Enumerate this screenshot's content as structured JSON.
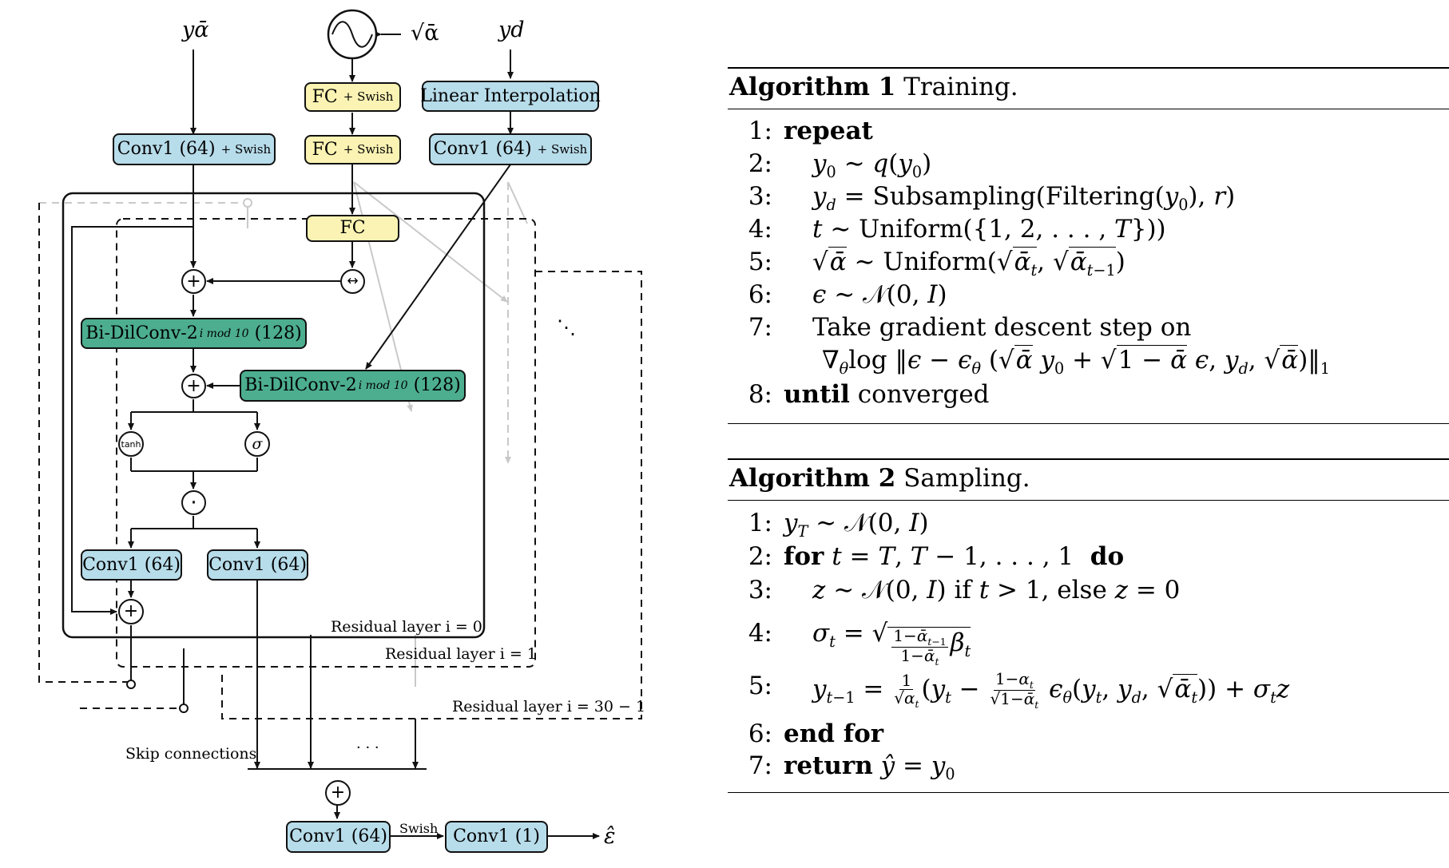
{
  "diagram": {
    "inputs": {
      "noise_level": "yᾱ",
      "sqrt_alpha": "√ᾱ",
      "conditioning": "yd",
      "output": "ε̂"
    },
    "blocks": {
      "conv_in_left": "Conv1 (64)",
      "conv_in_right": "Conv1 (64)",
      "swish_suffix": "+ Swish",
      "fc1": "FC",
      "fc2": "FC",
      "fc3": "FC",
      "linear_interp": "Linear Interpolation",
      "bidil1": "Bi-DilConv-2",
      "bidil2": "Bi-DilConv-2",
      "bidil_exp": "i mod 10",
      "bidil_ch": "(128)",
      "conv_gate_left": "Conv1 (64)",
      "conv_gate_right": "Conv1 (64)",
      "conv_out1": "Conv1 (64)",
      "conv_out2": "Conv1 (1)"
    },
    "ops": {
      "plus": "+",
      "broadcast": "↔",
      "tanh": "tanh",
      "sigma": "σ",
      "dot": "·",
      "ellipsis_diag": "⋱",
      "ellipsis_h": "· · ·"
    },
    "labels": {
      "res0": "Residual layer i = 0",
      "res1": "Residual layer i = 1",
      "res29": "Residual layer i = 30 − 1",
      "skip": "Skip connections",
      "swish": "Swish"
    }
  },
  "algorithm1": {
    "title_bold": "Algorithm 1",
    "title": "Training."
  },
  "algorithm2": {
    "title_bold": "Algorithm 2",
    "title": "Sampling."
  }
}
